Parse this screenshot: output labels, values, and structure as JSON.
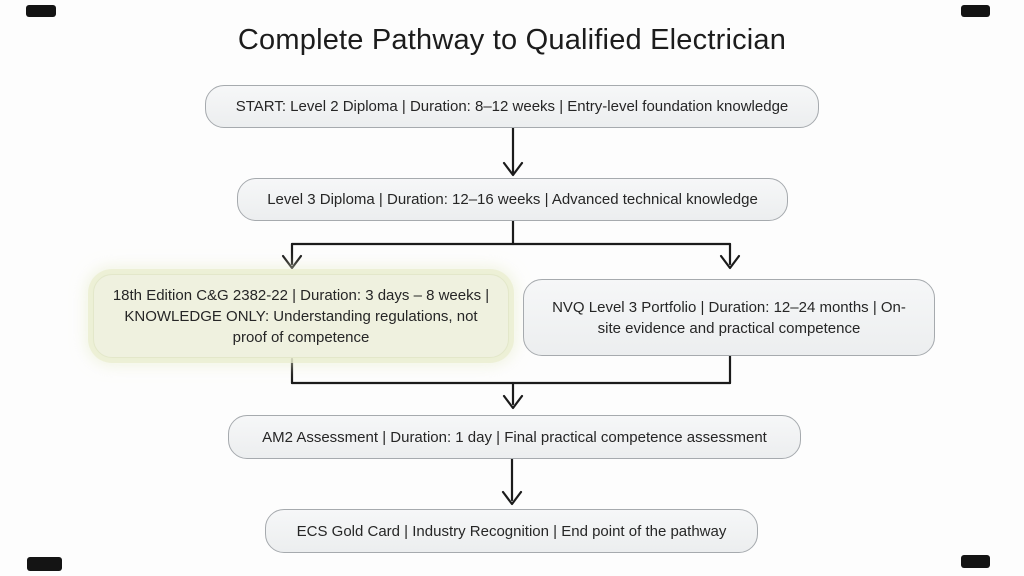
{
  "title": "Complete Pathway to Qualified Electrician",
  "nodes": {
    "start": {
      "text": "START: Level 2 Diploma | Duration: 8–12 weeks | Entry-level foundation knowledge"
    },
    "level3": {
      "text": "Level 3 Diploma | Duration: 12–16 weeks | Advanced technical knowledge"
    },
    "edition18": {
      "text": "18th Edition C&G 2382-22 | Duration: 3 days – 8 weeks | KNOWLEDGE ONLY: Understanding regulations, not proof of competence"
    },
    "nvq": {
      "text": "NVQ Level 3 Portfolio | Duration: 12–24 months | On-site evidence and practical competence"
    },
    "am2": {
      "text": "AM2 Assessment | Duration: 1 day | Final practical competence assessment"
    },
    "ecs": {
      "text": "ECS Gold Card | Industry Recognition | End point of the pathway"
    }
  },
  "edges": [
    {
      "from": "start",
      "to": "level3"
    },
    {
      "from": "level3",
      "to": "edition18"
    },
    {
      "from": "level3",
      "to": "nvq"
    },
    {
      "from": "edition18",
      "to": "am2"
    },
    {
      "from": "nvq",
      "to": "am2"
    },
    {
      "from": "am2",
      "to": "ecs"
    }
  ],
  "colors": {
    "background": "#fdfdfd",
    "node_fill": "#f0f1f2",
    "node_border": "#a6aaae",
    "highlight_fill": "#eff1df",
    "highlight_glow": "#e9eecf",
    "connector": "#1b1b1b",
    "text": "#262626"
  }
}
